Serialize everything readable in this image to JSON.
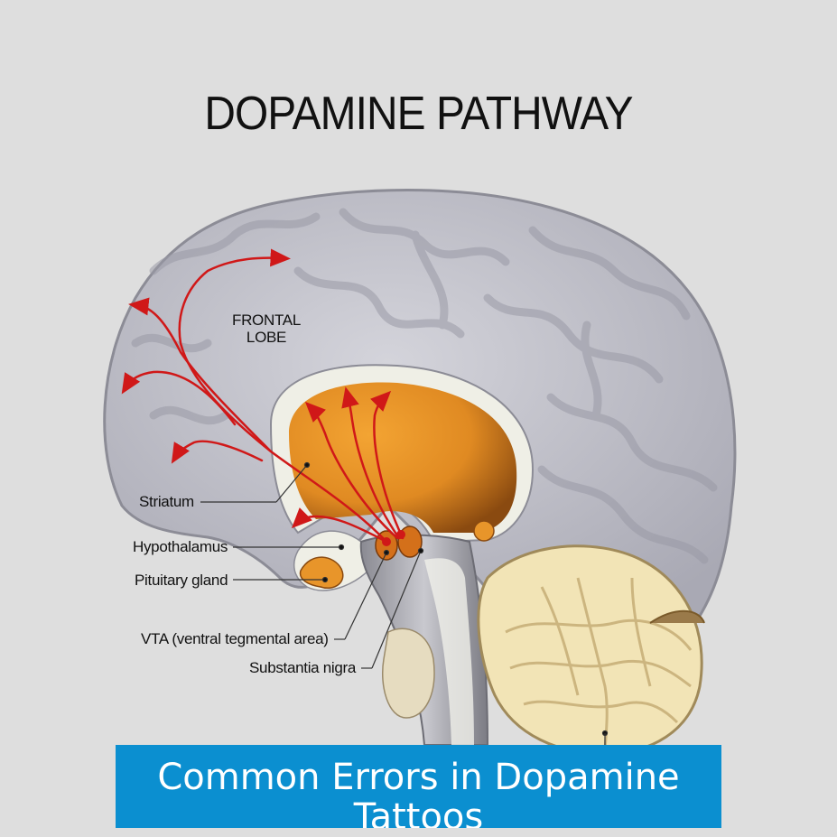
{
  "diagram": {
    "title": "DOPAMINE PATHWAY",
    "labels": {
      "frontal_lobe_line1": "FRONTAL",
      "frontal_lobe_line2": "LOBE",
      "striatum": "Striatum",
      "hypothalamus": "Hypothalamus",
      "pituitary": "Pituitary gland",
      "vta": "VTA (ventral tegmental area)",
      "substantia_nigra": "Substantia nigra"
    },
    "colors": {
      "background": "#dedede",
      "brain_gray": "#b9b9c2",
      "striatum_orange": "#e8952a",
      "pathway_red": "#d01818",
      "cerebellum": "#f2e4b6",
      "banner": "#0b8fd0"
    }
  },
  "banner": {
    "caption": "Common Errors in Dopamine Tattoos"
  }
}
